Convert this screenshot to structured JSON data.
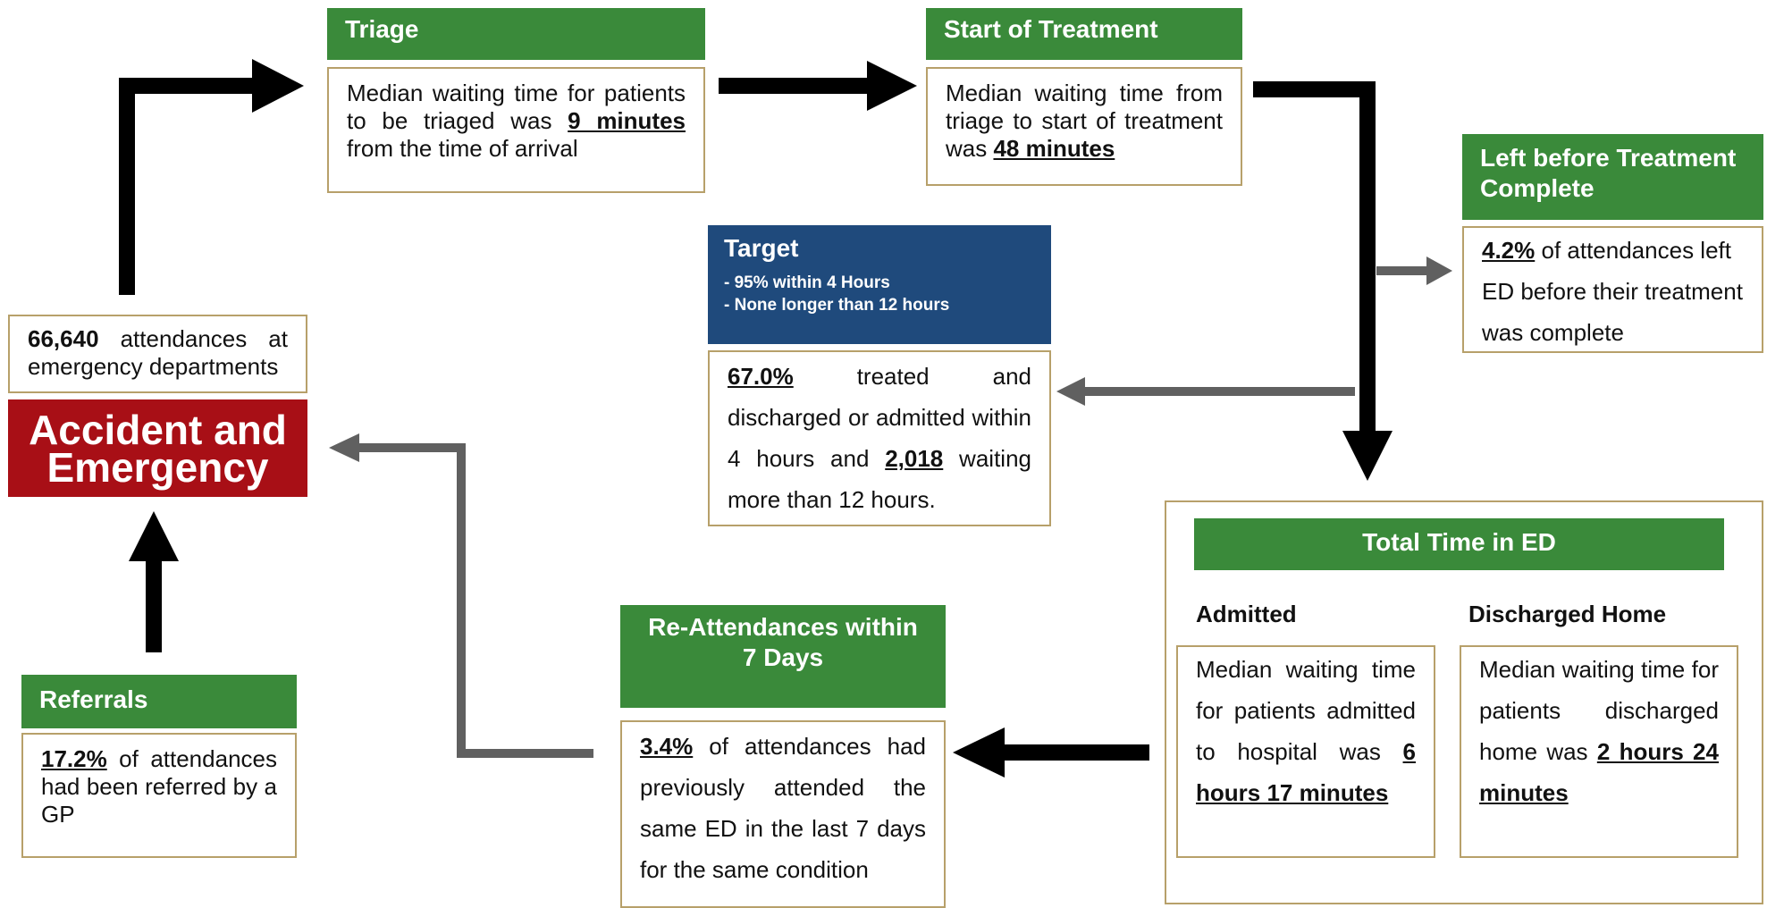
{
  "triage": {
    "title": "Triage",
    "text_before": "Median waiting time for patients to be triaged was ",
    "value": "9 minutes",
    "text_after": " from the time of arrival"
  },
  "start_treatment": {
    "title": "Start of Treatment",
    "text_before": "Median waiting time from triage to start of treatment was ",
    "value": "48 minutes"
  },
  "left_before": {
    "title": "Left before Treatment Complete",
    "value": "4.2%",
    "text_after": " of attendances left ED before their treatment was complete"
  },
  "target": {
    "title": "Target",
    "lines": [
      "- 95% within 4 Hours",
      "- None longer than 12 hours"
    ],
    "value1": "67.0%",
    "text1": " treated and discharged or admitted within 4 hours and ",
    "value2": "2,018",
    "text2": " waiting more than 12 hours."
  },
  "attendances": {
    "value": "66,640",
    "text_after": " attendances at emergency departments"
  },
  "logo": {
    "text": "Accident and Emergency"
  },
  "referrals": {
    "title": "Referrals",
    "value": "17.2%",
    "text_after": " of attendances had been referred by a GP"
  },
  "reattend": {
    "title": "Re-Attendances within 7 Days",
    "value": "3.4%",
    "text_after": " of attendances had previously attended the same ED in the last 7 days for the same condition"
  },
  "total_time": {
    "title": "Total Time in ED",
    "admitted_label": "Admitted",
    "admitted_text": "Median waiting time for patients admitted to hospital was ",
    "admitted_value": "6 hours 17 minutes",
    "discharged_label": "Discharged Home",
    "discharged_text": "Median waiting time for patients discharged home was ",
    "discharged_value": "2 hours 24 minutes"
  },
  "colors": {
    "green_header": "#3a8a3a",
    "blue_header": "#1f4a7c",
    "red_logo": "#a80f16",
    "box_border": "#b7a06a",
    "arrow_black": "#000000",
    "arrow_grey": "#606060"
  }
}
